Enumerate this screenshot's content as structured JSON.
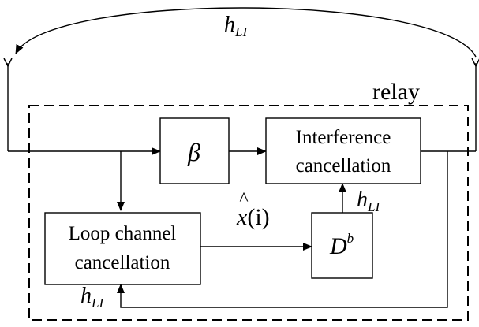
{
  "diagram": {
    "feedback_label": {
      "base": "h",
      "sub": "LI"
    },
    "relay_label": "relay",
    "beta_label": "β",
    "interference_box": {
      "line1": "Interference",
      "line2": "cancellation"
    },
    "loop_box": {
      "line1": "Loop channel",
      "line2": "cancellation"
    },
    "estimate_label": {
      "base": "x",
      "hat": "^",
      "arg": "(i)"
    },
    "delay_label": {
      "base": "D",
      "sup": "b"
    },
    "hli_right": {
      "base": "h",
      "sub": "LI"
    },
    "hli_bottom": {
      "base": "h",
      "sub": "LI"
    }
  }
}
